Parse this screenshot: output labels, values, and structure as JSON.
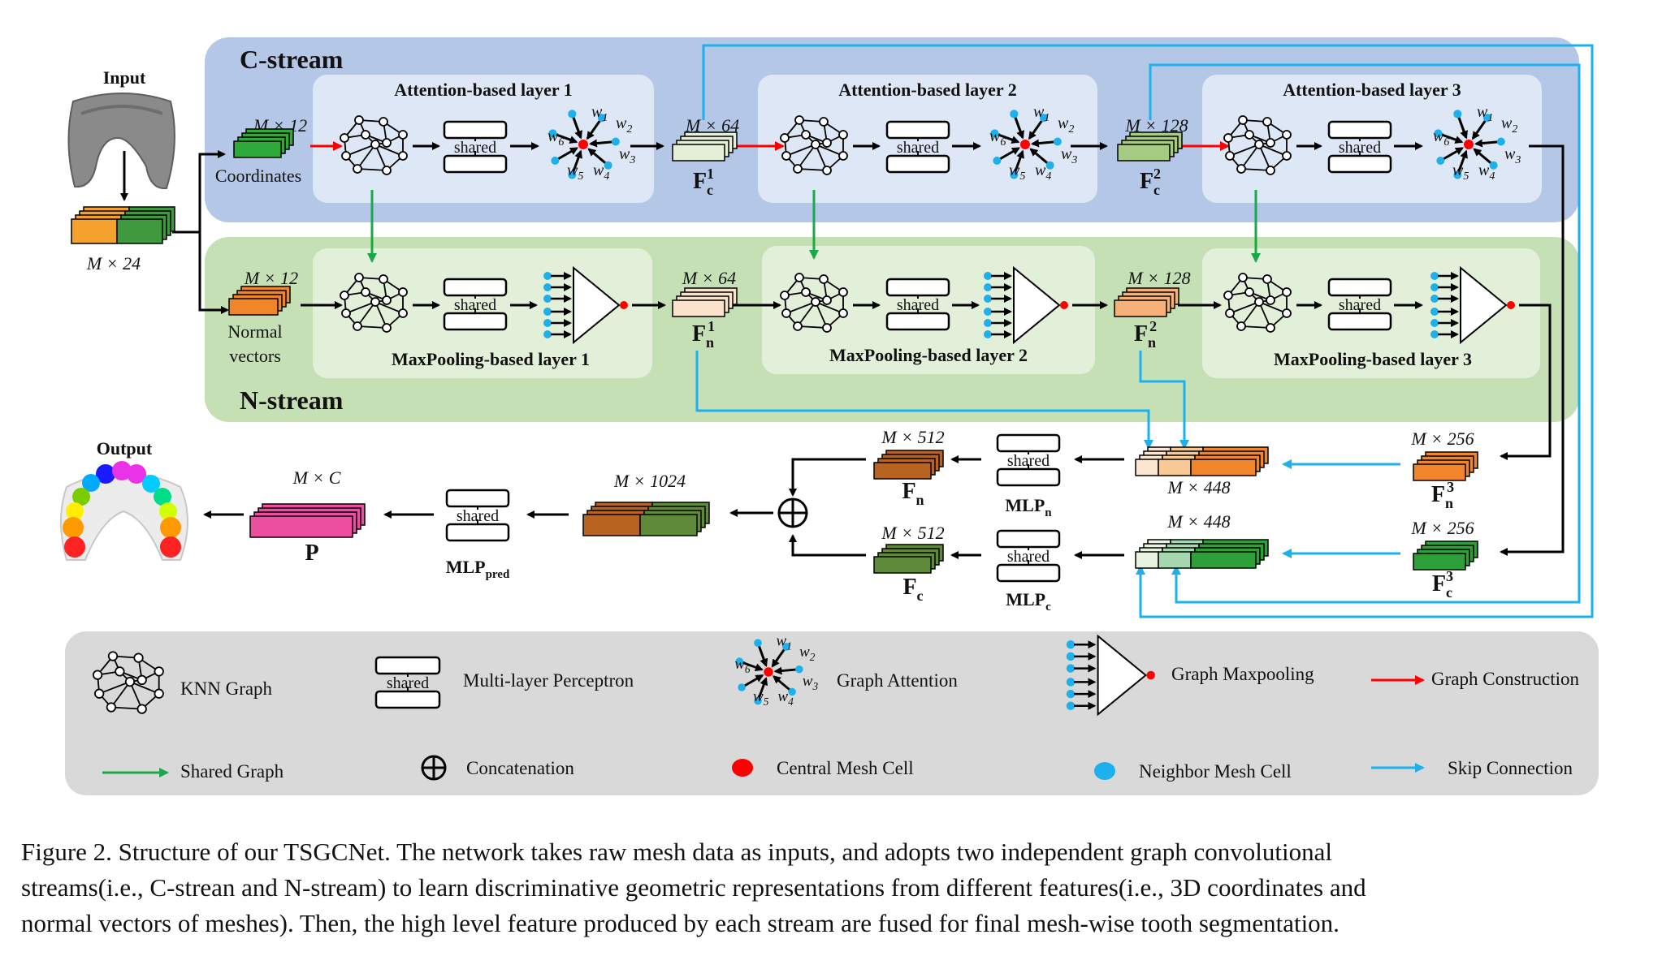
{
  "figure": {
    "input_label": "Input",
    "output_label": "Output",
    "input_dim": "M × 24",
    "c_stream": {
      "title": "C-stream",
      "input_dim": "M × 12",
      "input_name": "Coordinates",
      "layers": [
        "Attention-based layer 1",
        "Attention-based layer 2",
        "Attention-based layer 3"
      ],
      "dims": [
        "M × 64",
        "M × 128"
      ],
      "features": [
        {
          "base": "F",
          "sub": "c",
          "sup": "1"
        },
        {
          "base": "F",
          "sub": "c",
          "sup": "2"
        }
      ]
    },
    "n_stream": {
      "title": "N-stream",
      "input_dim": "M × 12",
      "input_name_line1": "Normal",
      "input_name_line2": "vectors",
      "layers": [
        "MaxPooling-based layer 1",
        "MaxPooling-based layer 2",
        "MaxPooling-based layer 3"
      ],
      "dims": [
        "M × 64",
        "M × 128"
      ],
      "features": [
        {
          "base": "F",
          "sub": "n",
          "sup": "1"
        },
        {
          "base": "F",
          "sub": "n",
          "sup": "2"
        }
      ]
    },
    "shared_label": "shared",
    "attention_weights": [
      "w1",
      "w2",
      "w3",
      "w4",
      "w5",
      "w6"
    ],
    "fusion": {
      "fn3_dim": "M × 256",
      "fc3_dim": "M × 256",
      "fn3": {
        "base": "F",
        "sub": "n",
        "sup": "3"
      },
      "fc3": {
        "base": "F",
        "sub": "c",
        "sup": "3"
      },
      "cat_n_dim": "M × 448",
      "cat_c_dim": "M × 448",
      "mlp_n": {
        "base": "MLP",
        "sub": "n"
      },
      "mlp_c": {
        "base": "MLP",
        "sub": "c"
      },
      "fn_dim": "M × 512",
      "fc_dim": "M × 512",
      "fn": {
        "base": "F",
        "sub": "n"
      },
      "fc": {
        "base": "F",
        "sub": "c"
      },
      "concat_dim": "M × 1024",
      "mlp_pred": {
        "base": "MLP",
        "sub": "pred"
      },
      "out_dim": "M × C",
      "out_name": "P"
    },
    "legend": {
      "knn_graph": "KNN Graph",
      "mlp": "Multi-layer Perceptron",
      "graph_attention": "Graph Attention",
      "graph_maxpooling": "Graph Maxpooling",
      "graph_construction": "Graph Construction",
      "shared_graph": "Shared Graph",
      "concatenation": "Concatenation",
      "central_cell": "Central Mesh Cell",
      "neighbor_cell": "Neighbor Mesh Cell",
      "skip_connection": "Skip Connection"
    },
    "colors": {
      "c_stream_bg": "#b4c7e7",
      "n_stream_bg": "#c5e0b4",
      "layer_box": "#dee7f5",
      "n_layer_box": "#e2f0d9",
      "legend_bg": "#d9d9d9",
      "red": "#ff0000",
      "green_arrow": "#1aa84c",
      "blue_arrow": "#1cb0ec",
      "neighbor": "#1cb0ec"
    }
  },
  "caption": {
    "line1": "Figure 2. Structure of our TSGCNet.  The network takes raw mesh data as inputs, and adopts two independent graph convolutional",
    "line2": "streams(i.e., C-strean and N-stream) to learn discriminative geometric representations from different features(i.e., 3D coordinates and",
    "line3": "normal vectors of meshes). Then, the high level feature produced by each stream are fused for final mesh-wise tooth segmentation."
  }
}
